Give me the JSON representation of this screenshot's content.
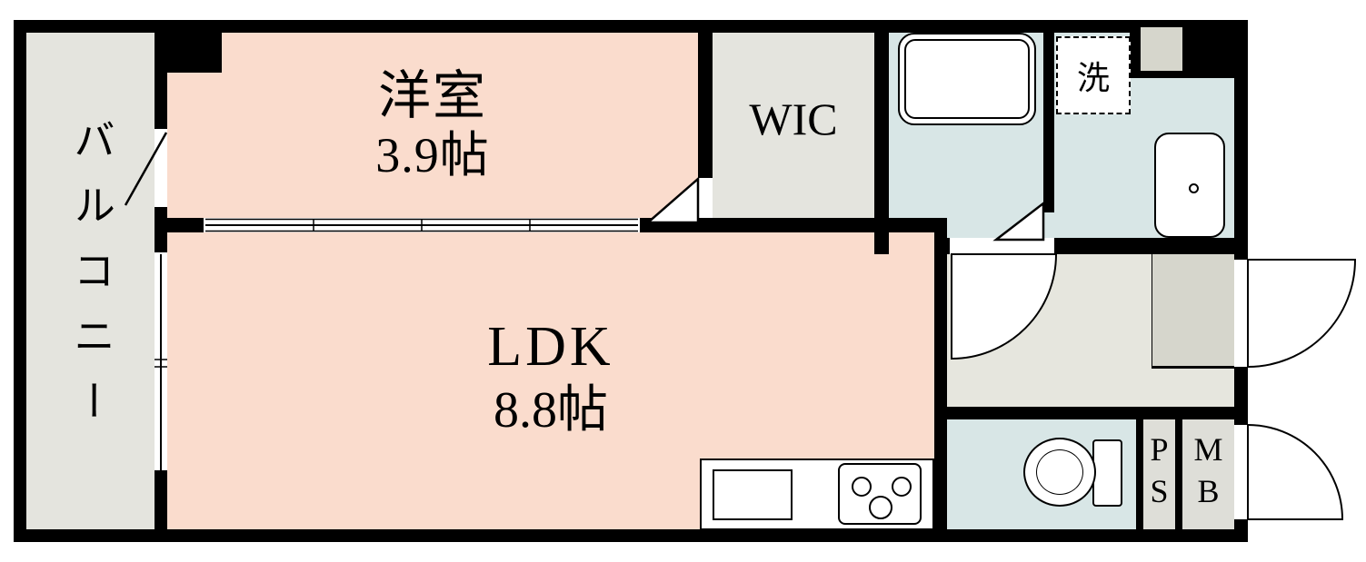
{
  "colors": {
    "wall": "#000000",
    "room_pink": "#fadccd",
    "area_gray": "#e4e4de",
    "wet_blue": "#d8e6e6",
    "hall_gray": "#e6e6de",
    "genkan_gray": "#d6d6cc",
    "meter_gray": "#dedeD8"
  },
  "labels": {
    "balcony": "バルコニー",
    "western_room_name": "洋室",
    "western_room_size": "3.9帖",
    "wic": "WIC",
    "laundry": "洗",
    "ldk_name": "LDK",
    "ldk_size": "8.8帖",
    "pipe_space": "PS",
    "meter_box": "MB"
  }
}
